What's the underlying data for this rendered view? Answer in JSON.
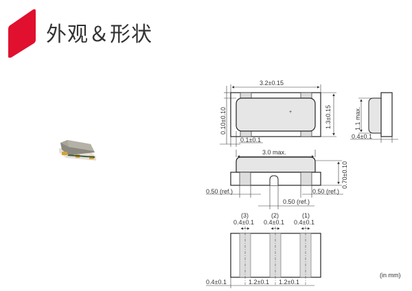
{
  "header": {
    "title": "外观＆形状",
    "accent_color": "#e0102e"
  },
  "product_photo": {
    "icon": "ceramic-resonator-chip-photo"
  },
  "top_view": {
    "length": "3.2±0.15",
    "width": "1.3±0.15",
    "terminal_gap_vertical": "0.10±0.10",
    "terminal_offset": "0.1±0.1"
  },
  "side_view": {
    "height": "1.1 max.",
    "terminal_thickness": "0.4±0.1"
  },
  "front_view": {
    "body_length": "3.0 max.",
    "height": "0.70±0.10",
    "left_terminal": "0.50 (ref.)",
    "right_terminal": "0.50 (ref.)",
    "center_terminal": "0.50 (ref.)"
  },
  "bottom_view": {
    "pins": [
      {
        "label": "(3)",
        "width": "0.4±0.1"
      },
      {
        "label": "(2)",
        "width": "0.4±0.1"
      },
      {
        "label": "(1)",
        "width": "0.4±0.1"
      }
    ],
    "edge_offset": "0.4±0.1",
    "pitch_1": "1.2±0.1",
    "pitch_2": "1.2±0.1"
  },
  "unit_note": "(in mm)"
}
